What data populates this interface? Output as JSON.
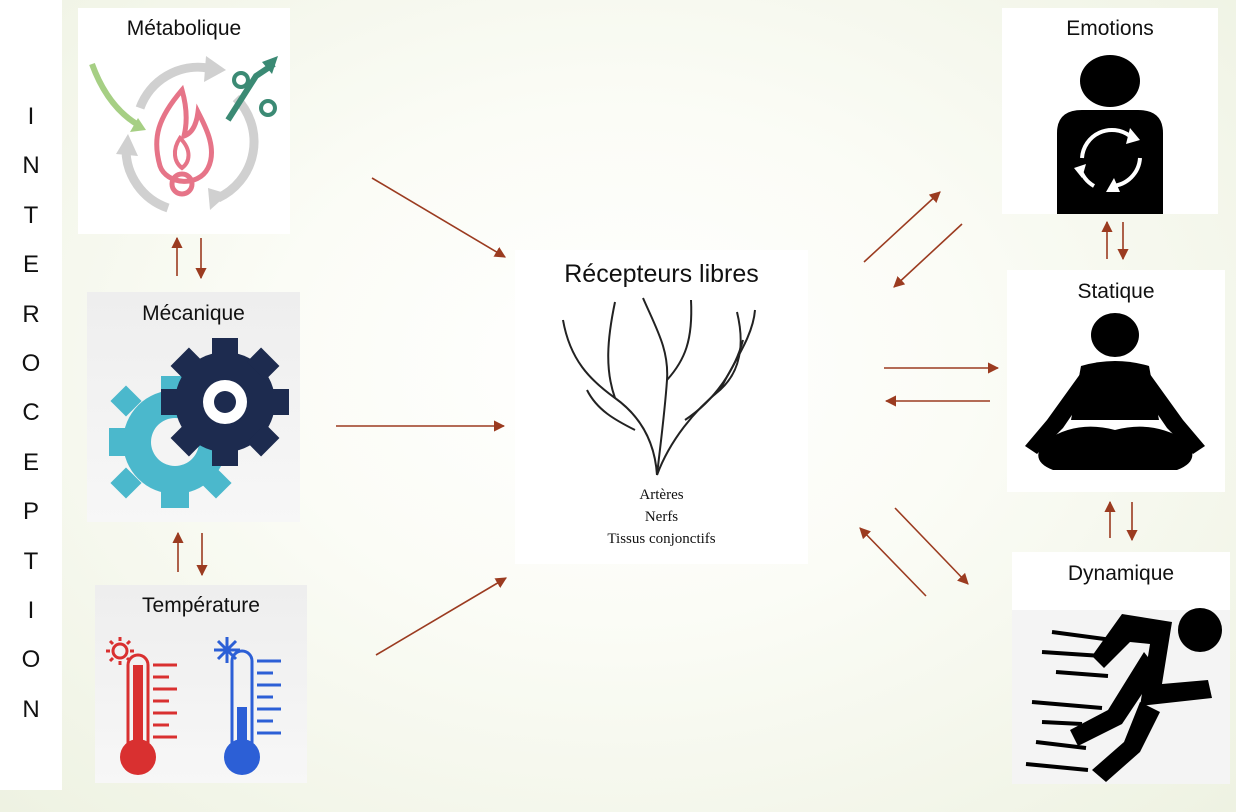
{
  "vertical_word": [
    "I",
    "N",
    "T",
    "E",
    "R",
    "O",
    "C",
    "E",
    "P",
    "T",
    "I",
    "O",
    "N"
  ],
  "sources": {
    "metabolique": "Métabolique",
    "mecanique": "Mécanique",
    "temperature": "Température"
  },
  "center": {
    "title": "Récepteurs libres",
    "items": [
      "Artères",
      "Nerfs",
      "Tissus conjonctifs"
    ]
  },
  "outputs": {
    "emotions": "Emotions",
    "statique": "Statique",
    "dynamique": "Dynamique"
  },
  "icons": {
    "metabolique": "metabolism-flame-icon",
    "mecanique": "gears-icon",
    "temperature": "thermometers-icon",
    "center": "nerve-endings-icon",
    "emotions": "person-cycle-icon",
    "statique": "meditation-person-icon",
    "dynamique": "running-person-icon"
  },
  "colors": {
    "arrow": "#9b3b20",
    "gear_dark": "#1d2b4f",
    "gear_light": "#4bb8cc",
    "hot": "#d93030",
    "cold": "#2c5fd6",
    "flame": "#e67488"
  }
}
